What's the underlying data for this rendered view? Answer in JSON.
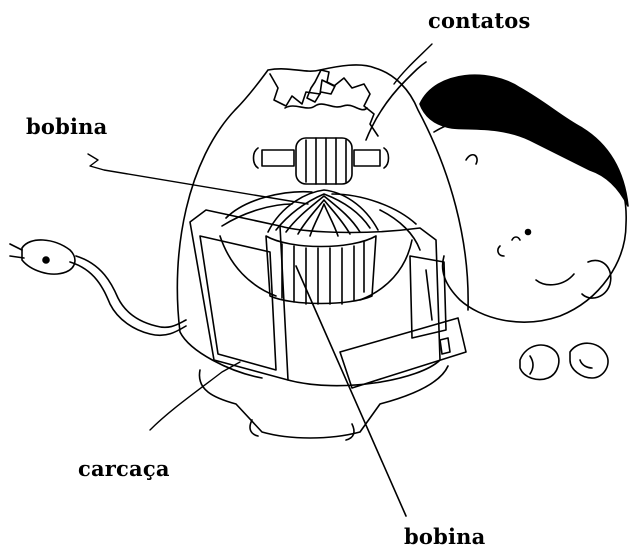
{
  "labels": {
    "contatos": "contatos",
    "bobina_top": "bobina",
    "carcaca": "carcaça",
    "bobina_bottom": "bobina"
  },
  "colors": {
    "ink": "#000000",
    "background": "#ffffff"
  }
}
